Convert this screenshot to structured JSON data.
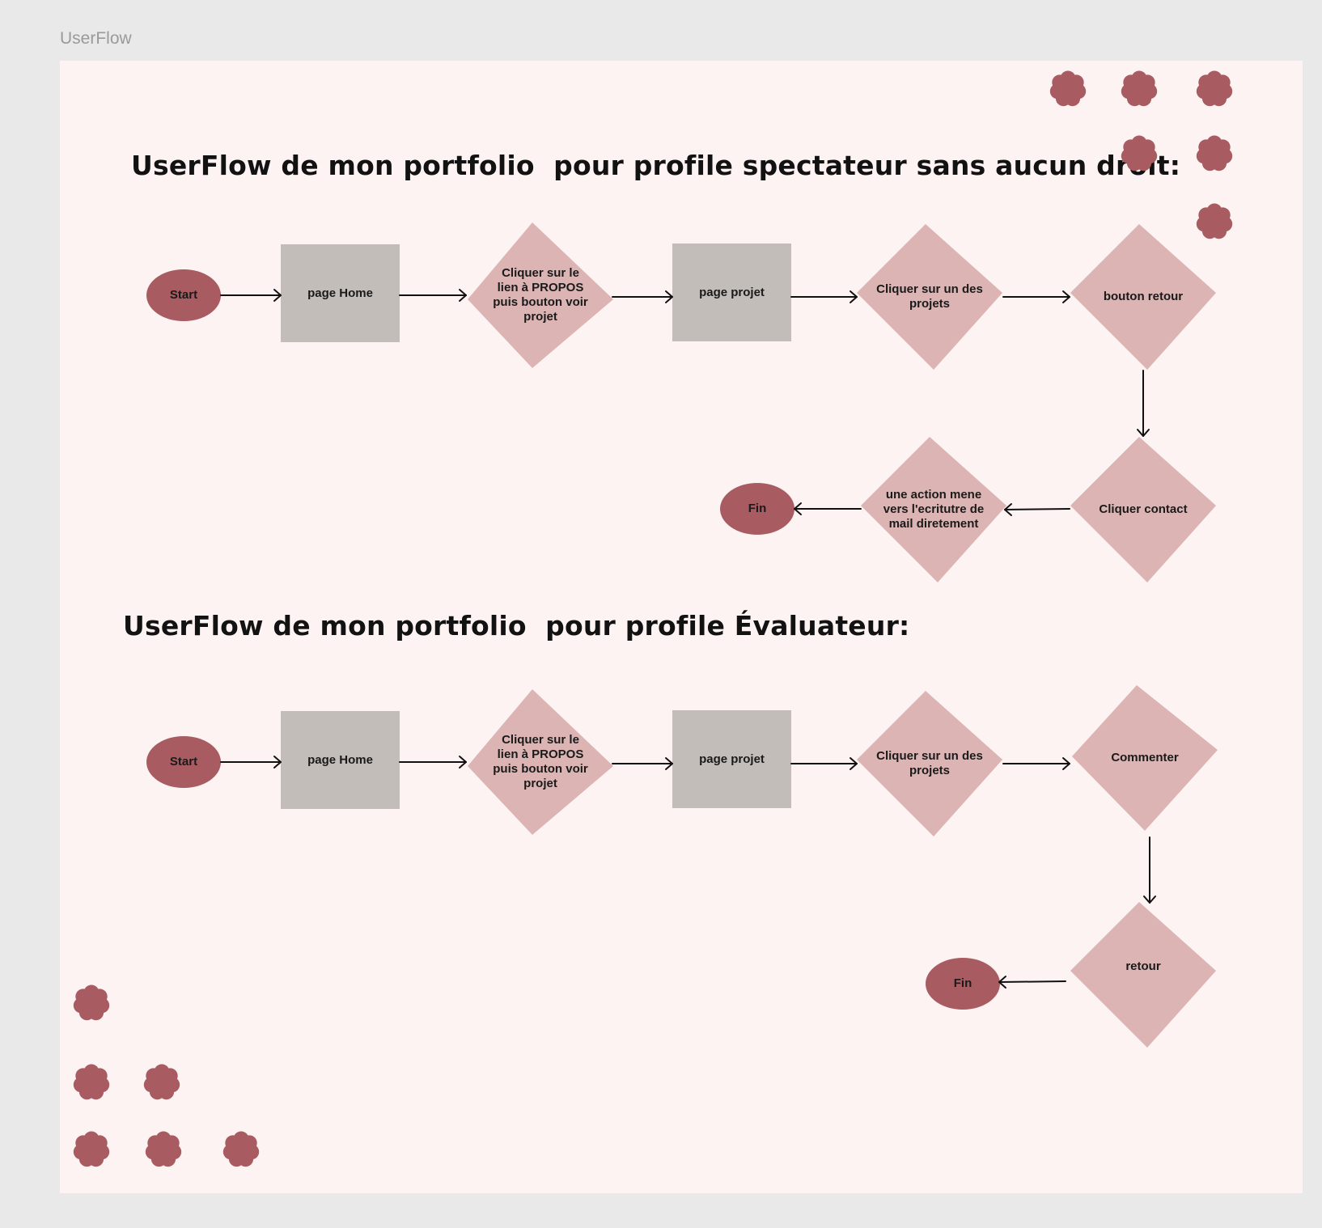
{
  "frame": {
    "label": "UserFlow"
  },
  "colors": {
    "canvas": "#fdf3f2",
    "oval": "#a85c61",
    "rect": "#c2bdb9",
    "diamond": "#dcb4b4",
    "decor": "#a85c61"
  },
  "flow1": {
    "title": "UserFlow de mon portfolio  pour profile spectateur sans aucun droit:",
    "start": "Start",
    "home": "page Home",
    "about": "Cliquer sur le lien à PROPOS puis bouton voir projet",
    "project_page": "page projet",
    "click_project": "Cliquer sur un des projets",
    "back": "bouton retour",
    "contact": "Cliquer contact",
    "mail": "une action mene vers l'ecritutre de mail diretement",
    "end": "Fin"
  },
  "flow2": {
    "title": "UserFlow de mon portfolio  pour profile Évaluateur:",
    "start": "Start",
    "home": "page Home",
    "about": "Cliquer sur le lien à PROPOS puis bouton voir projet",
    "project_page": "page projet",
    "click_project": "Cliquer sur un des projets",
    "comment": "Commenter",
    "back": "retour",
    "end": "Fin"
  },
  "decorations": {
    "icon": "flower-icon"
  }
}
